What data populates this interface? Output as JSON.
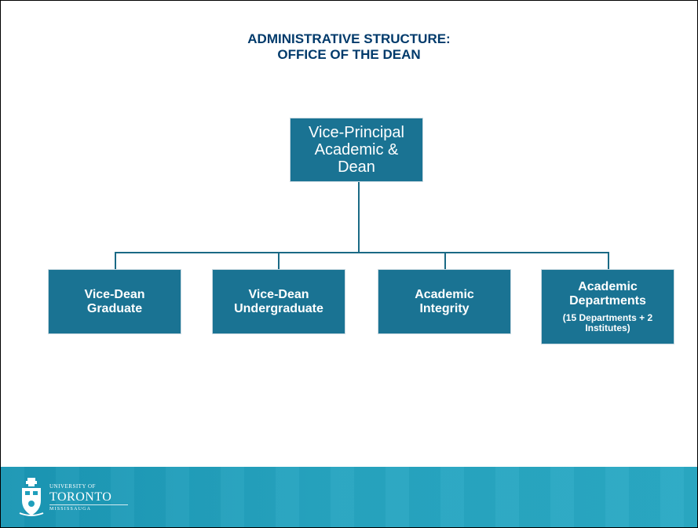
{
  "title": {
    "line1": "ADMINISTRATIVE STRUCTURE:",
    "line2": "OFFICE OF THE DEAN"
  },
  "org": {
    "root": {
      "line1": "Vice-Principal",
      "line2": "Academic &",
      "line3": "Dean"
    },
    "children": [
      {
        "line1": "Vice-Dean",
        "line2": "Graduate"
      },
      {
        "line1": "Vice-Dean",
        "line2": "Undergraduate"
      },
      {
        "line1": "Academic",
        "line2": "Integrity"
      },
      {
        "line1": "Academic",
        "line2": "Departments",
        "note": "(15 Departments + 2 Institutes)"
      }
    ]
  },
  "footer": {
    "logo_small": "UNIVERSITY OF",
    "logo_big": "TORONTO",
    "logo_sub": "MISSISSAUGA"
  },
  "colors": {
    "box_fill": "#1a7393",
    "title_text": "#003a6b",
    "footer": "#26a4c0"
  }
}
